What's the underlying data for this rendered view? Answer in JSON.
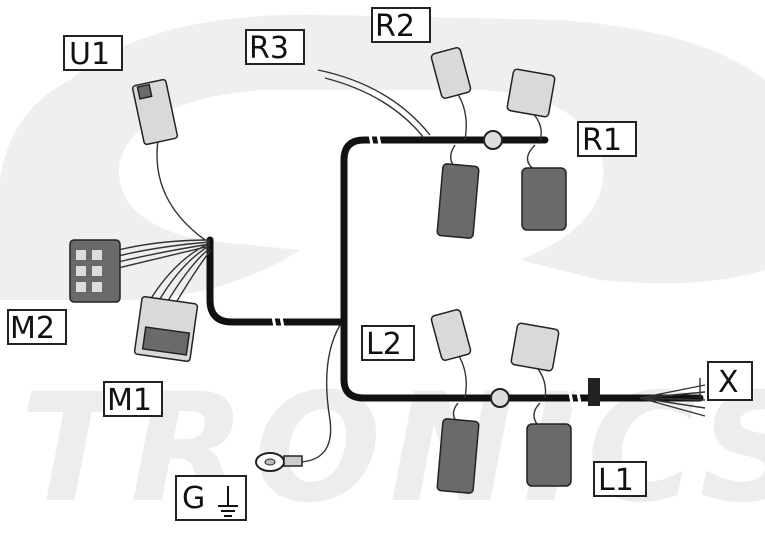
{
  "watermark": {
    "text": "TRONICS"
  },
  "labels": {
    "u1": "U1",
    "r3": "R3",
    "r2": "R2",
    "r1": "R1",
    "m2": "M2",
    "m1": "M1",
    "l2": "L2",
    "l1": "L1",
    "x": "X",
    "g": "G"
  },
  "colors": {
    "wire": "#111111",
    "connector_dark": "#6a6a6a",
    "connector_light": "#d9d9d9",
    "watermark": "#ededed"
  }
}
